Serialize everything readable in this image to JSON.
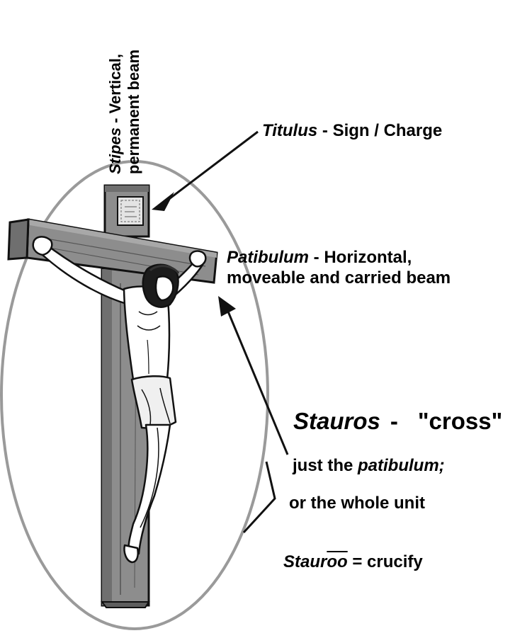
{
  "labels": {
    "stipes": {
      "term": "Stipes",
      "line1_rest": " - Vertical,",
      "line2": "permanent beam"
    },
    "titulus": {
      "term": "Titulus",
      "rest": " - Sign / Charge"
    },
    "patibulum": {
      "term": "Patibulum",
      "line1_rest": " - Horizontal,",
      "line2": "moveable and carried beam"
    },
    "stauros": {
      "term": "Stauros",
      "dash": "-",
      "meaning": "\"cross\""
    },
    "option1": {
      "prefix": "just the ",
      "term": "patibulum",
      "suffix": ";"
    },
    "option2": {
      "text": "or the whole unit"
    },
    "verb": {
      "stem": "Staur",
      "last": "oo",
      "rest": " = crucify"
    }
  },
  "colors": {
    "wood": "#8d8d8d",
    "wood_dark": "#5e5e5e",
    "ellipse": "#9a9a9a",
    "outline": "#111111",
    "skin": "#ffffff"
  }
}
